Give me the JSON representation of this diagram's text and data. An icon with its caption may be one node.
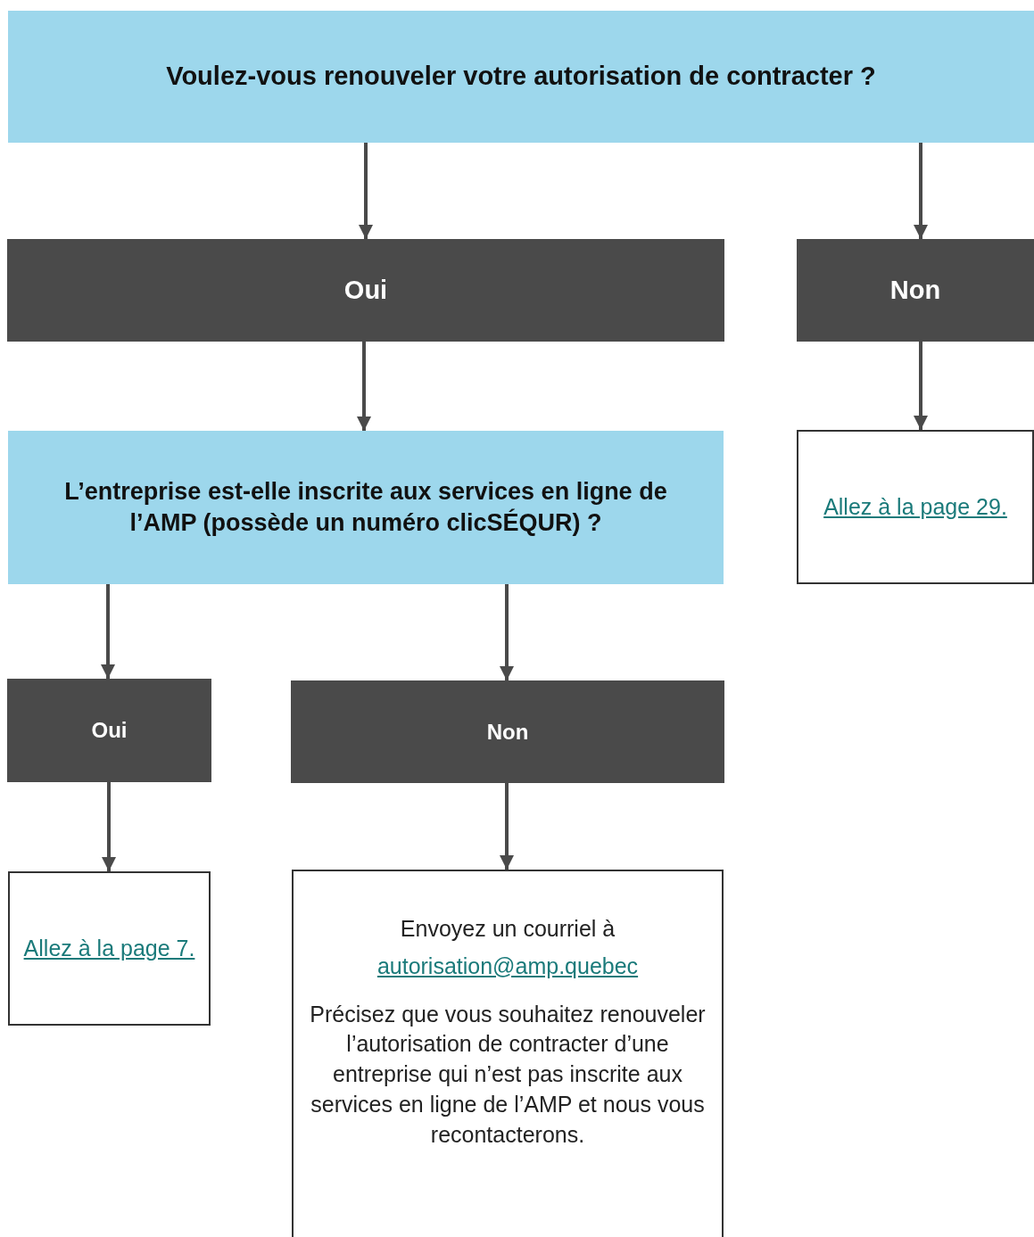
{
  "diagram": {
    "nodes": [
      {
        "text": [
          "Voulez-vous renouveler votre autorisation de contracter ?"
        ]
      },
      {
        "text": [
          "Oui"
        ]
      },
      {
        "text": [
          "Non"
        ]
      },
      {
        "text": [
          "L’entreprise est-elle inscrite aux services en ligne de l’AMP (possède un numéro clicSÉQUR) ?"
        ]
      },
      {
        "text": [
          "Allez à la page 29."
        ]
      },
      {
        "text": [
          "Oui"
        ]
      },
      {
        "text": [
          "Non"
        ]
      },
      {
        "text": [
          "Allez à la page 7."
        ]
      },
      {
        "text": [
          "Envoyez un courriel à",
          "autorisation@amp.quebec",
          "Précisez que vous souhaitez renouveler l’autorisation de contracter d’une entreprise qui n’est pas inscrite aux services en ligne de l’AMP et nous vous recontacterons."
        ]
      }
    ],
    "edges": [
      {
        "from": 0,
        "to": 1,
        "arrow": "to"
      },
      {
        "from": 0,
        "to": 2,
        "arrow": "to"
      },
      {
        "from": 1,
        "to": 3,
        "arrow": "to"
      },
      {
        "from": 2,
        "to": 4,
        "arrow": "to"
      },
      {
        "from": 3,
        "to": 5,
        "arrow": "to"
      },
      {
        "from": 3,
        "to": 6,
        "arrow": "to"
      },
      {
        "from": 5,
        "to": 7,
        "arrow": "to"
      },
      {
        "from": 6,
        "to": 8,
        "arrow": "to"
      }
    ]
  }
}
